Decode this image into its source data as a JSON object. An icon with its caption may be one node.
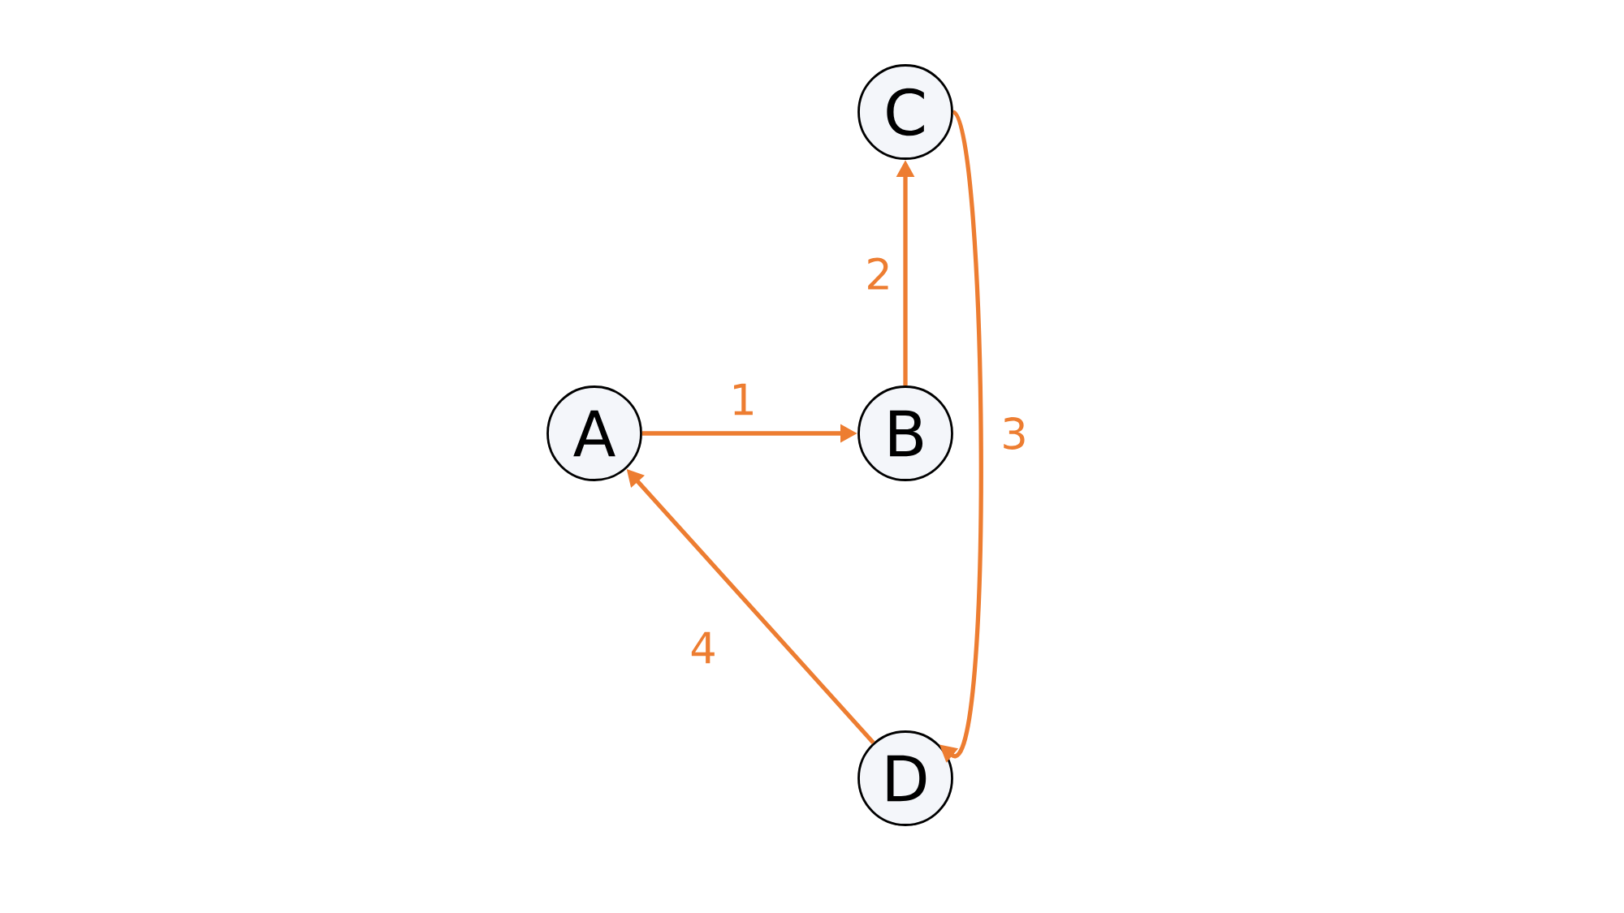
{
  "diagram": {
    "nodes": [
      {
        "text": [
          "A"
        ]
      },
      {
        "text": [
          "B"
        ]
      },
      {
        "text": [
          "C"
        ]
      },
      {
        "text": [
          "D"
        ]
      }
    ],
    "edges": [
      {
        "from": 0,
        "to": 1,
        "arrow": "to",
        "label": "1"
      },
      {
        "from": 1,
        "to": 2,
        "arrow": "to",
        "label": "2"
      },
      {
        "from": 2,
        "to": 3,
        "arrow": "to",
        "label": "3"
      },
      {
        "from": 3,
        "to": 0,
        "arrow": "to",
        "label": "4"
      }
    ]
  }
}
